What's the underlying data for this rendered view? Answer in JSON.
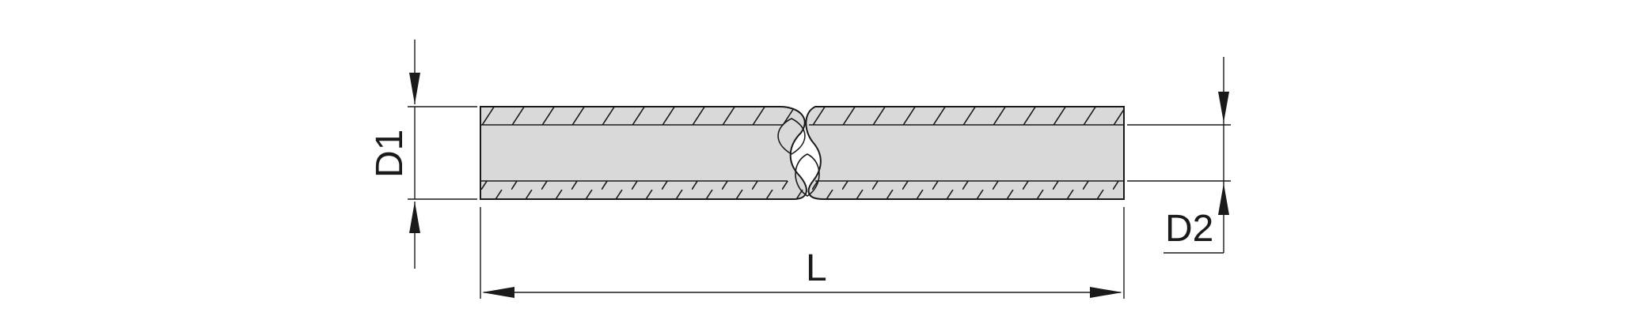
{
  "diagram": {
    "labels": {
      "d1": "D1",
      "d2": "D2",
      "length": "L"
    },
    "colors": {
      "line": "#1a1a1a",
      "fill": "#d9d9d9",
      "background": "#ffffff"
    }
  }
}
